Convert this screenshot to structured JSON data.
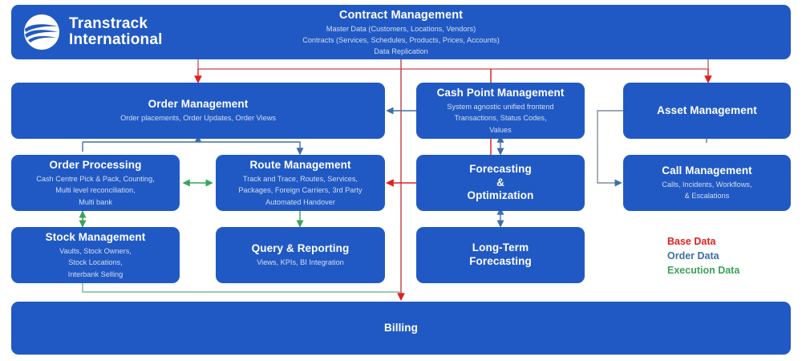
{
  "logo": {
    "name": "Transtrack",
    "line2": "International",
    "mark": "wave-circle-logo"
  },
  "header": {
    "title": "Contract Management",
    "lines": [
      "Master Data (Customers, Locations, Vendors)",
      "Contracts (Services, Schedules, Products, Prices, Accounts)",
      "Data Replication"
    ]
  },
  "boxes": {
    "order_management": {
      "title": "Order Management",
      "lines": [
        "Order placements, Order Updates, Order Views"
      ]
    },
    "cash_point_management": {
      "title": "Cash Point Management",
      "lines": [
        "System agnostic unified frontend",
        "Transactions, Status Codes,",
        "Values"
      ]
    },
    "asset_management": {
      "title": "Asset Management",
      "lines": []
    },
    "order_processing": {
      "title": "Order Processing",
      "lines": [
        "Cash Centre Pick & Pack, Counting,",
        "Multi level reconciliation,",
        "Multi bank"
      ]
    },
    "route_management": {
      "title": "Route Management",
      "lines": [
        "Track and Trace, Routes, Services,",
        "Packages, Foreign Carriers, 3rd Party",
        "Automated Handover"
      ]
    },
    "forecasting_optimization": {
      "title": "Forecasting\n&\nOptimization",
      "title_lines": [
        "Forecasting",
        "&",
        "Optimization"
      ],
      "lines": []
    },
    "call_management": {
      "title": "Call Management",
      "lines": [
        "Calls, Incidents, Workflows,",
        "& Escalations"
      ]
    },
    "stock_management": {
      "title": "Stock Management",
      "lines": [
        "Vaults, Stock Owners,",
        "Stock Locations,",
        "Interbank Selling"
      ]
    },
    "query_reporting": {
      "title": "Query & Reporting",
      "lines": [
        "Views, KPIs, BI Integration"
      ]
    },
    "long_term_forecasting": {
      "title": "Long-Term\nForecasting",
      "title_lines": [
        "Long-Term",
        "Forecasting"
      ],
      "lines": []
    },
    "billing": {
      "title": "Billing",
      "lines": []
    }
  },
  "legend": {
    "items": [
      {
        "label": "Base Data",
        "color": "#e02020"
      },
      {
        "label": "Order Data",
        "color": "#3f6fa8"
      },
      {
        "label": "Execution Data",
        "color": "#3aa35a"
      }
    ]
  },
  "colors": {
    "box_fill": "#2159c4",
    "page_background": "#ffffff",
    "base_data": "#e02020",
    "order_data": "#3f6fa8",
    "execution_data": "#3aa35a",
    "title_text": "#ffffff",
    "subtitle_text": "#d3deef"
  }
}
